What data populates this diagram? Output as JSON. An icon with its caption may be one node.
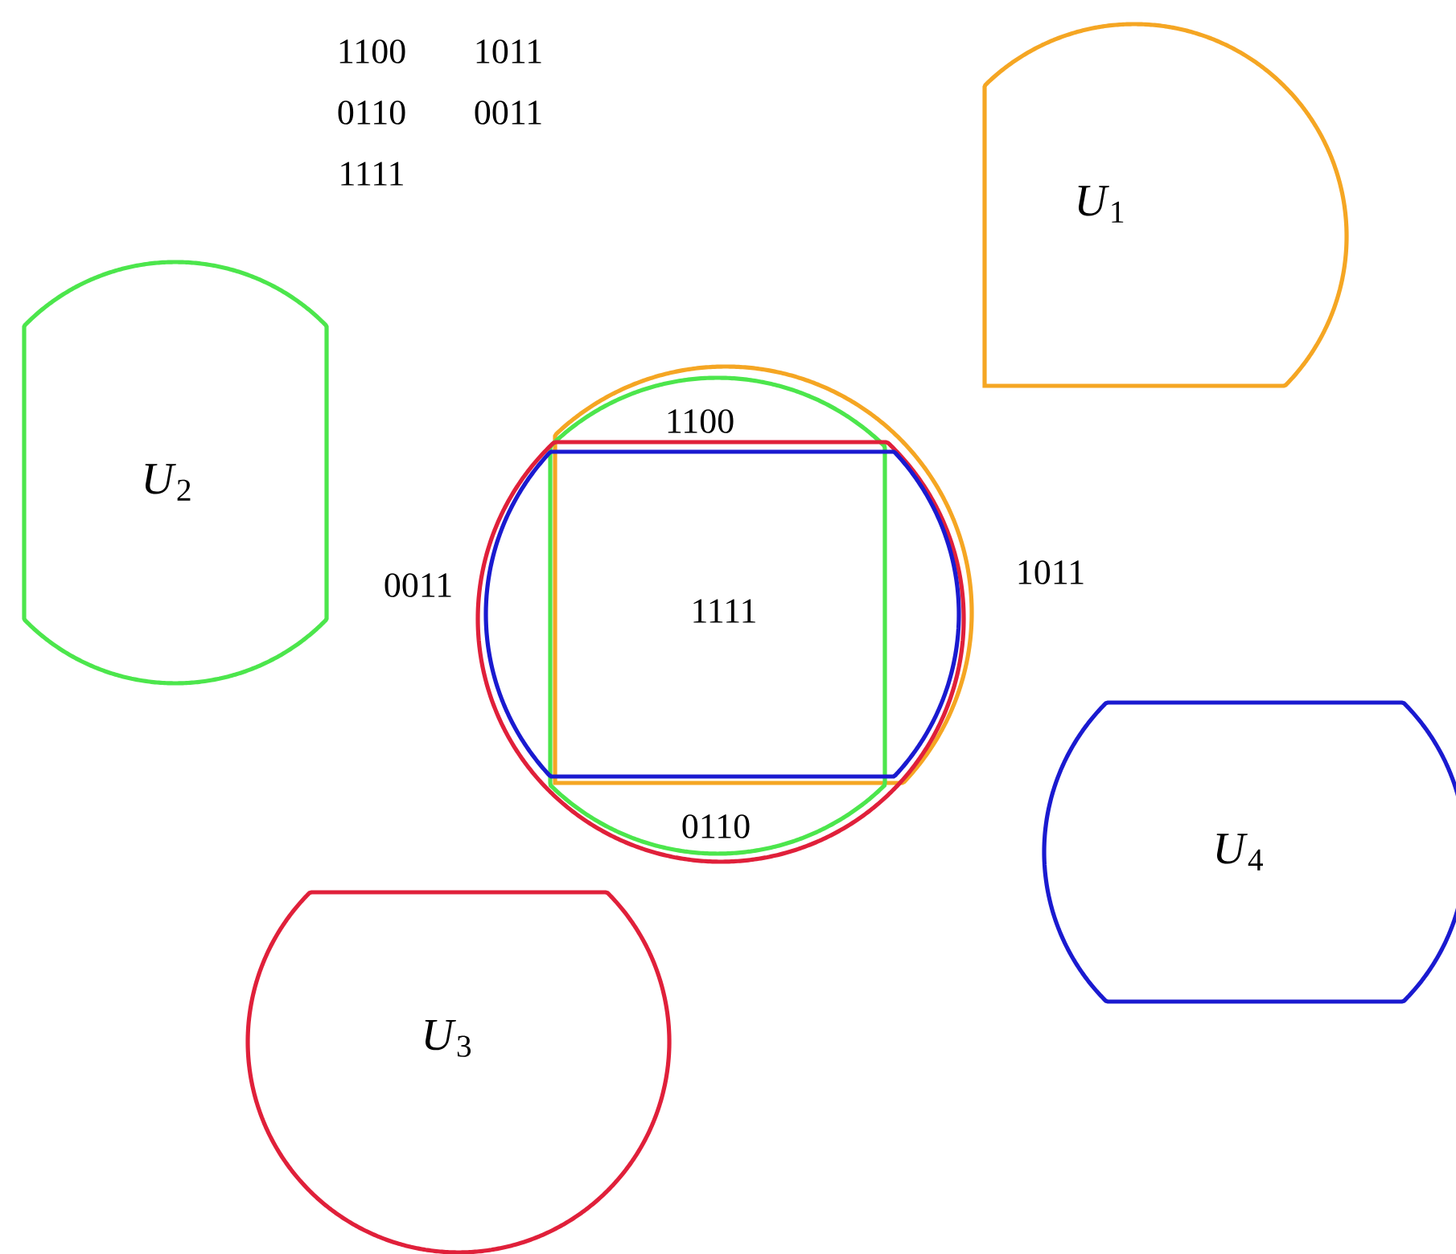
{
  "diagram": {
    "nodes": [
      {
        "text": [
          "*U*$_{1}$"
        ]
      },
      {
        "text": [
          "*U*$_{2}$"
        ]
      },
      {
        "text": [
          "*U*$_{3}$"
        ]
      },
      {
        "text": [
          "*U*$_{4}$"
        ]
      }
    ],
    "labels": [
      "1100",
      "1011",
      "0110",
      "0011",
      "1111",
      "1100",
      "0011",
      "1111",
      "1011",
      "0110"
    ]
  }
}
